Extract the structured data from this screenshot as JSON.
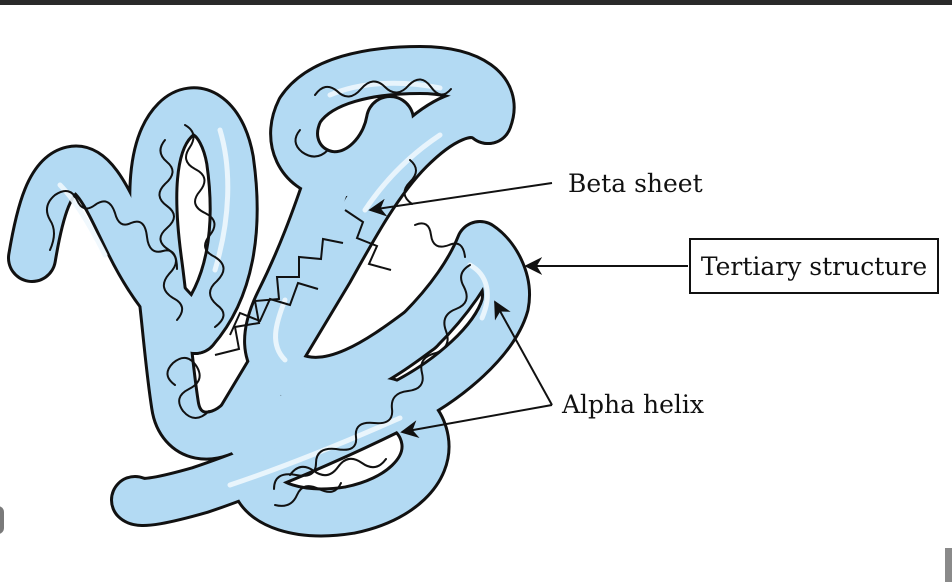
{
  "labels": {
    "beta_sheet": "Beta sheet",
    "tertiary_structure": "Tertiary structure",
    "alpha_helix": "Alpha helix"
  },
  "colors": {
    "tube_fill": "#b3daf3",
    "tube_outline": "#111111",
    "highlight": "#eef7fd"
  }
}
